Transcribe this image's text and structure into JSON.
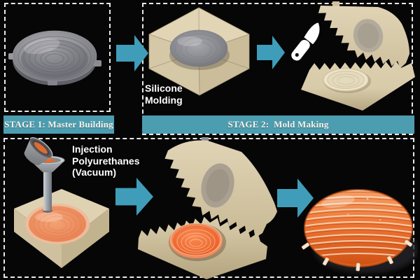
{
  "palette": {
    "background": "#060606",
    "arrow_teal": "#3f9db9",
    "banner_teal": "#4d9db1",
    "banner_text": "#f7f5ec",
    "label_text": "#ffffff",
    "mold_tan": "#d8cbaa",
    "master_gray": "#8d8d93",
    "resin_orange": "#ee6f38",
    "dashed_border": "#e9e9e9",
    "knife_white": "#ffffff"
  },
  "stage1": {
    "banner_label": "STAGE 1: Master Building"
  },
  "stage2": {
    "banner_label": "STAGE 2:  Mold Making",
    "silicone_label": {
      "line1": "Silicone",
      "line2": "Molding"
    }
  },
  "stage3": {
    "injection_label": {
      "line1": "Injection",
      "line2": "Polyurethanes",
      "line3": "(Vacuum)"
    }
  }
}
